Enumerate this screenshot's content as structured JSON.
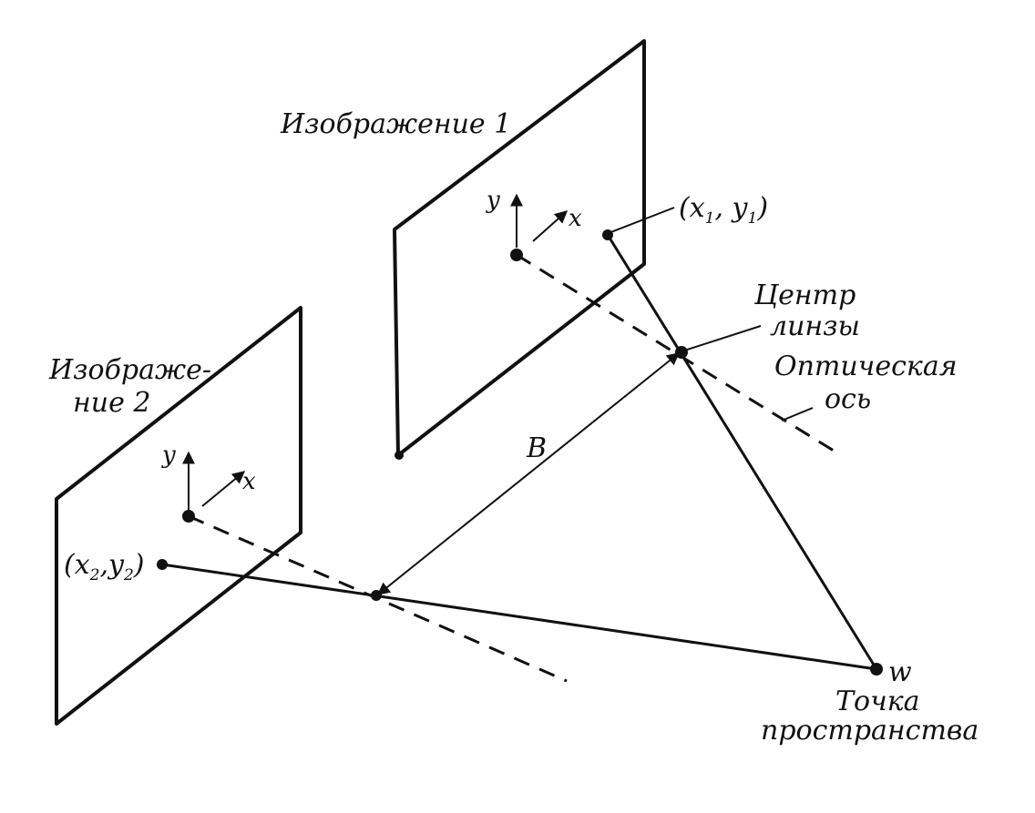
{
  "labels": {
    "image1": "Изображение 1",
    "image2_line1": "Изображе-",
    "image2_line2": "ние 2",
    "axis_y": "y",
    "axis_x": "x",
    "point1_open": "(x",
    "point1_sub1": "1",
    "point1_mid": ", y",
    "point1_sub2": "1",
    "point1_close": ")",
    "point2_open": "(x",
    "point2_sub1": "2",
    "point2_mid": ",y",
    "point2_sub2": "2",
    "point2_close": ")",
    "lens_center_line1": "Центр",
    "lens_center_line2": "линзы",
    "optical_axis_line1": "Оптическая",
    "optical_axis_line2": "ось",
    "baseline": "B",
    "world_point": "w",
    "space_point_line1": "Точка",
    "space_point_line2": "пространства"
  }
}
